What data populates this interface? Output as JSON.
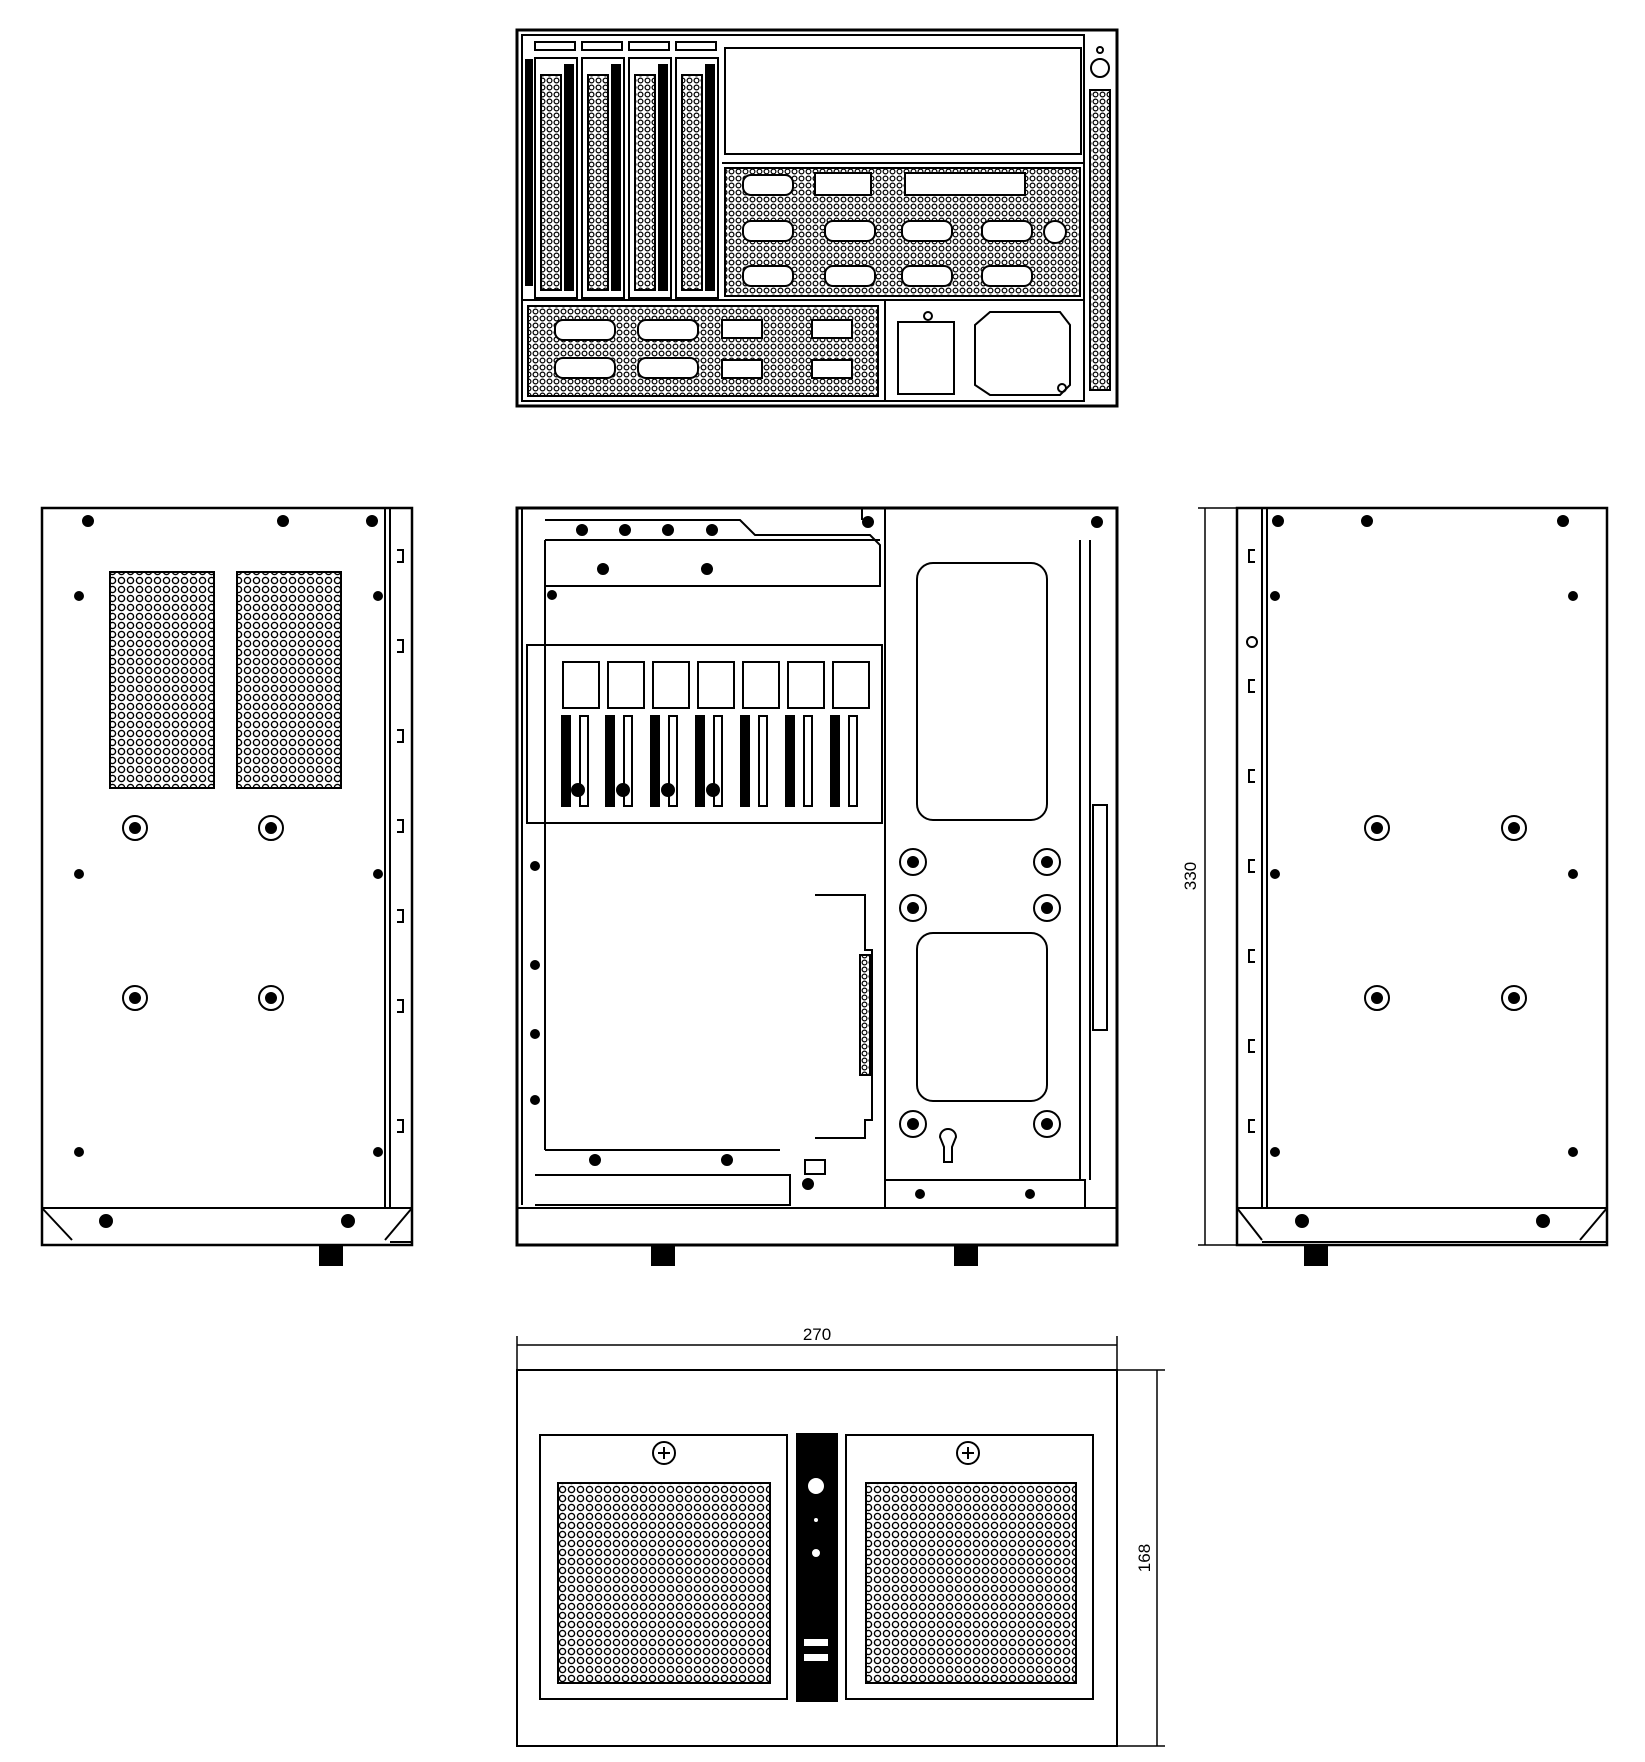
{
  "drawing": {
    "line_color": "#000000",
    "background": "#ffffff",
    "views": [
      "rear-view",
      "left-side-view",
      "top-view",
      "right-side-view",
      "front-view"
    ]
  },
  "dimensions": {
    "width": "270",
    "depth": "330",
    "height": "168"
  }
}
